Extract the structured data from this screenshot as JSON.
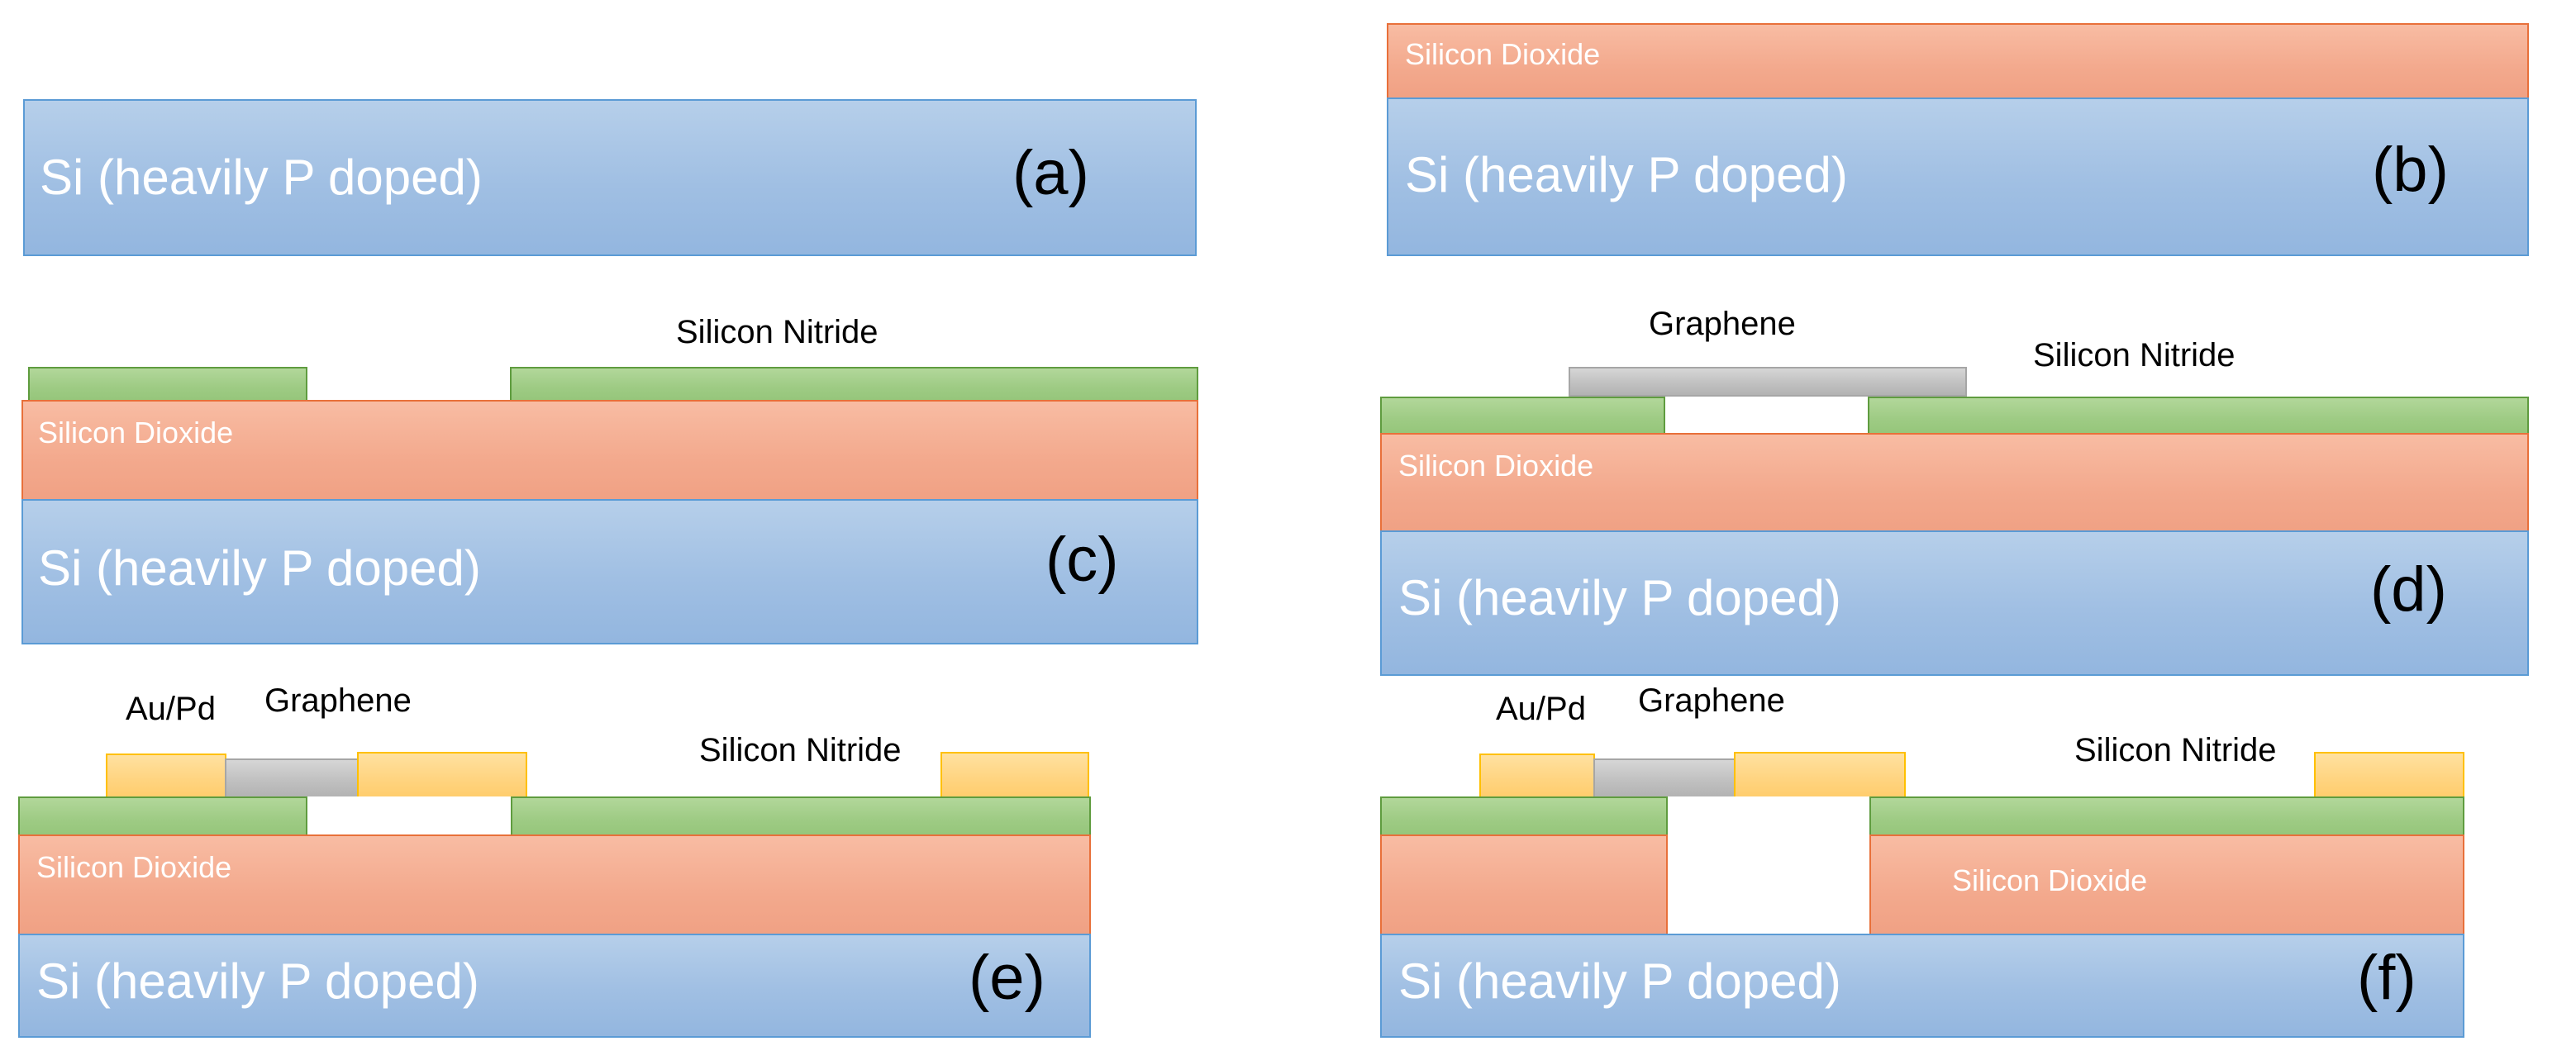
{
  "figure": {
    "type": "process-flow-cross-section",
    "panel_count": 6,
    "materials": {
      "silicon": "Si (heavily P doped)",
      "silicon_dioxide": "Silicon Dioxide",
      "silicon_nitride": "Silicon Nitride",
      "graphene": "Graphene",
      "metal": "Au/Pd"
    },
    "colors": {
      "silicon_fill": "#a0bfe3",
      "silicon_border": "#5b9bd5",
      "oxide_fill": "#f3a98d",
      "oxide_border": "#e8703a",
      "nitride_fill": "#9ecb84",
      "nitride_border": "#5f9c3f",
      "graphene_fill": "#bfbfbf",
      "graphene_border": "#a6a6a6",
      "metal_fill": "#ffd480",
      "metal_border": "#ffc000",
      "cavity_fill": "#ffffff",
      "background": "#ffffff"
    }
  },
  "panels": [
    {
      "tag": "(a)",
      "substrate_label": "Si (heavily P doped)",
      "layers": [
        "silicon"
      ],
      "external_labels": []
    },
    {
      "tag": "(b)",
      "substrate_label": "Si (heavily P doped)",
      "oxide_label": "Silicon Dioxide",
      "layers": [
        "silicon",
        "silicon_dioxide"
      ],
      "external_labels": []
    },
    {
      "tag": "(c)",
      "substrate_label": "Si (heavily P doped)",
      "oxide_label": "Silicon Dioxide",
      "nitride_label": "Silicon Nitride",
      "layers": [
        "silicon",
        "silicon_dioxide",
        "silicon_nitride_patterned"
      ],
      "external_labels": [
        "Silicon Nitride"
      ]
    },
    {
      "tag": "(d)",
      "substrate_label": "Si (heavily P doped)",
      "oxide_label": "Silicon Dioxide",
      "nitride_label": "Silicon Nitride",
      "graphene_label": "Graphene",
      "layers": [
        "silicon",
        "silicon_dioxide",
        "silicon_nitride_patterned",
        "graphene"
      ],
      "external_labels": [
        "Graphene",
        "Silicon Nitride"
      ]
    },
    {
      "tag": "(e)",
      "substrate_label": "Si (heavily P doped)",
      "oxide_label": "Silicon Dioxide",
      "nitride_label": "Silicon Nitride",
      "graphene_label": "Graphene",
      "metal_label": "Au/Pd",
      "metal_pad_count": 3,
      "layers": [
        "silicon",
        "silicon_dioxide",
        "silicon_nitride_patterned",
        "graphene",
        "au_pd_contacts"
      ],
      "external_labels": [
        "Au/Pd",
        "Graphene",
        "Silicon Nitride"
      ]
    },
    {
      "tag": "(f)",
      "substrate_label": "Si (heavily P doped)",
      "oxide_label": "Silicon Dioxide",
      "nitride_label": "Silicon Nitride",
      "graphene_label": "Graphene",
      "metal_label": "Au/Pd",
      "metal_pad_count": 3,
      "layers": [
        "silicon",
        "silicon_dioxide_etched",
        "silicon_nitride_patterned",
        "graphene",
        "au_pd_contacts",
        "cavity"
      ],
      "external_labels": [
        "Au/Pd",
        "Graphene",
        "Silicon Nitride"
      ]
    }
  ]
}
